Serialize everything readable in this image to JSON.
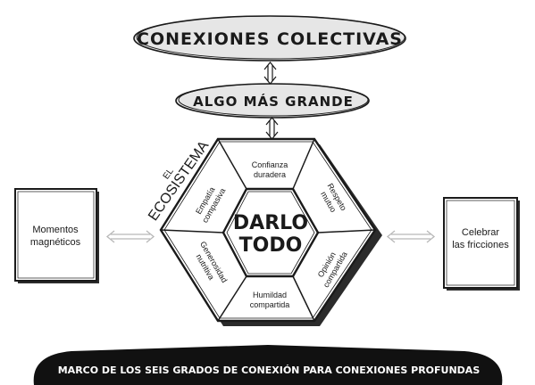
{
  "top_ellipse": {
    "label": "CONEXIONES COLECTIVAS"
  },
  "middle_ellipse": {
    "label": "ALGO MÁS GRANDE"
  },
  "ecosystem_label": {
    "line1": "EL",
    "line2": "ECOSISTEMA"
  },
  "center": {
    "line1": "DARLO",
    "line2": "TODO"
  },
  "segments": [
    {
      "line1": "Confianza",
      "line2": "duradera"
    },
    {
      "line1": "Respeto",
      "line2": "mutuo"
    },
    {
      "line1": "Opinión",
      "line2": "compartida"
    },
    {
      "line1": "Humildad",
      "line2": "compartida"
    },
    {
      "line1": "Generosidad",
      "line2": "nutritiva"
    },
    {
      "line1": "Empatía",
      "line2": "compasiva"
    }
  ],
  "left_box": {
    "line1": "Momentos",
    "line2": "magnéticos"
  },
  "right_box": {
    "line1": "Celebrar",
    "line2": "las fricciones"
  },
  "banner": {
    "label": "MARCO DE LOS SEIS GRADOS DE CONEXIÓN PARA CONEXIONES PROFUNDAS"
  },
  "colors": {
    "ink": "#1a1a1a",
    "ellipse_fill": "#e6e6e6",
    "arrow_gray": "#b8b8b8"
  }
}
